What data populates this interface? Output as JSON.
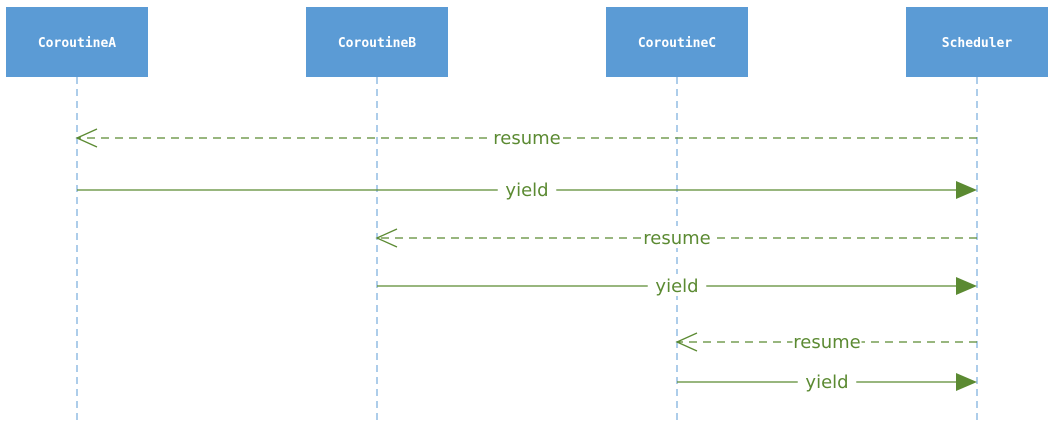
{
  "participants": [
    {
      "id": "A",
      "name": "CoroutineA"
    },
    {
      "id": "B",
      "name": "CoroutineB"
    },
    {
      "id": "C",
      "name": "CoroutineC"
    },
    {
      "id": "S",
      "name": "Scheduler"
    }
  ],
  "messages": [
    {
      "from": "S",
      "to": "A",
      "label": "resume",
      "style": "dashed"
    },
    {
      "from": "A",
      "to": "S",
      "label": "yield",
      "style": "solid"
    },
    {
      "from": "S",
      "to": "B",
      "label": "resume",
      "style": "dashed"
    },
    {
      "from": "B",
      "to": "S",
      "label": "yield",
      "style": "solid"
    },
    {
      "from": "S",
      "to": "C",
      "label": "resume",
      "style": "dashed"
    },
    {
      "from": "C",
      "to": "S",
      "label": "yield",
      "style": "solid"
    }
  ],
  "colors": {
    "box_fill": "#5b9bd5",
    "box_text": "#ffffff",
    "lifeline": "#5b9bd5",
    "arrow": "#5b8a32",
    "label": "#5b8a32"
  }
}
